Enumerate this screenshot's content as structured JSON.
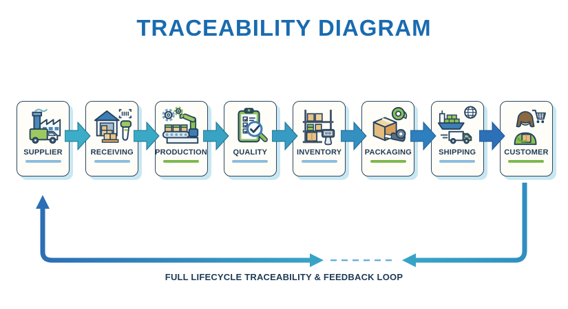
{
  "title": "TRACEABILITY DIAGRAM",
  "steps": [
    {
      "label": "SUPPLIER",
      "icon": "factory-truck-icon",
      "underline_color": "blue"
    },
    {
      "label": "RECEIVING",
      "icon": "warehouse-scanner-icon",
      "underline_color": "blue"
    },
    {
      "label": "PRODUCTION",
      "icon": "robot-arm-conveyor-icon",
      "underline_color": "green"
    },
    {
      "label": "QUALITY",
      "icon": "checklist-magnifier-icon",
      "underline_color": "blue"
    },
    {
      "label": "INVENTORY",
      "icon": "shelf-scanner-icon",
      "underline_color": "blue"
    },
    {
      "label": "PACKAGING",
      "icon": "box-tape-icon",
      "underline_color": "green"
    },
    {
      "label": "SHIPPING",
      "icon": "ship-truck-globe-icon",
      "underline_color": "blue"
    },
    {
      "label": "CUSTOMER",
      "icon": "person-cart-icon",
      "underline_color": "green"
    }
  ],
  "flow": {
    "arrow_count": 7,
    "arrow_direction": "right",
    "arrow_colors": [
      "#3badc8",
      "#3aa9c6",
      "#38a3c4",
      "#369cc3",
      "#3390c1",
      "#2e7fbe",
      "#2c70b7"
    ]
  },
  "loop": {
    "caption": "FULL LIFECYCLE TRACEABILITY & FEEDBACK LOOP",
    "style": "solid arrows meeting a dashed segment, returning from CUSTOMER to SUPPLIER"
  },
  "colors": {
    "title": "#1a6bb0",
    "label": "#1d3a55",
    "underline_blue": "#8cbede",
    "underline_green": "#7db84e",
    "loop_blue": "#2c6fb5",
    "loop_teal": "#35a3c6",
    "dash": "#69b0db",
    "card_shadow": "#c8e7f1"
  }
}
